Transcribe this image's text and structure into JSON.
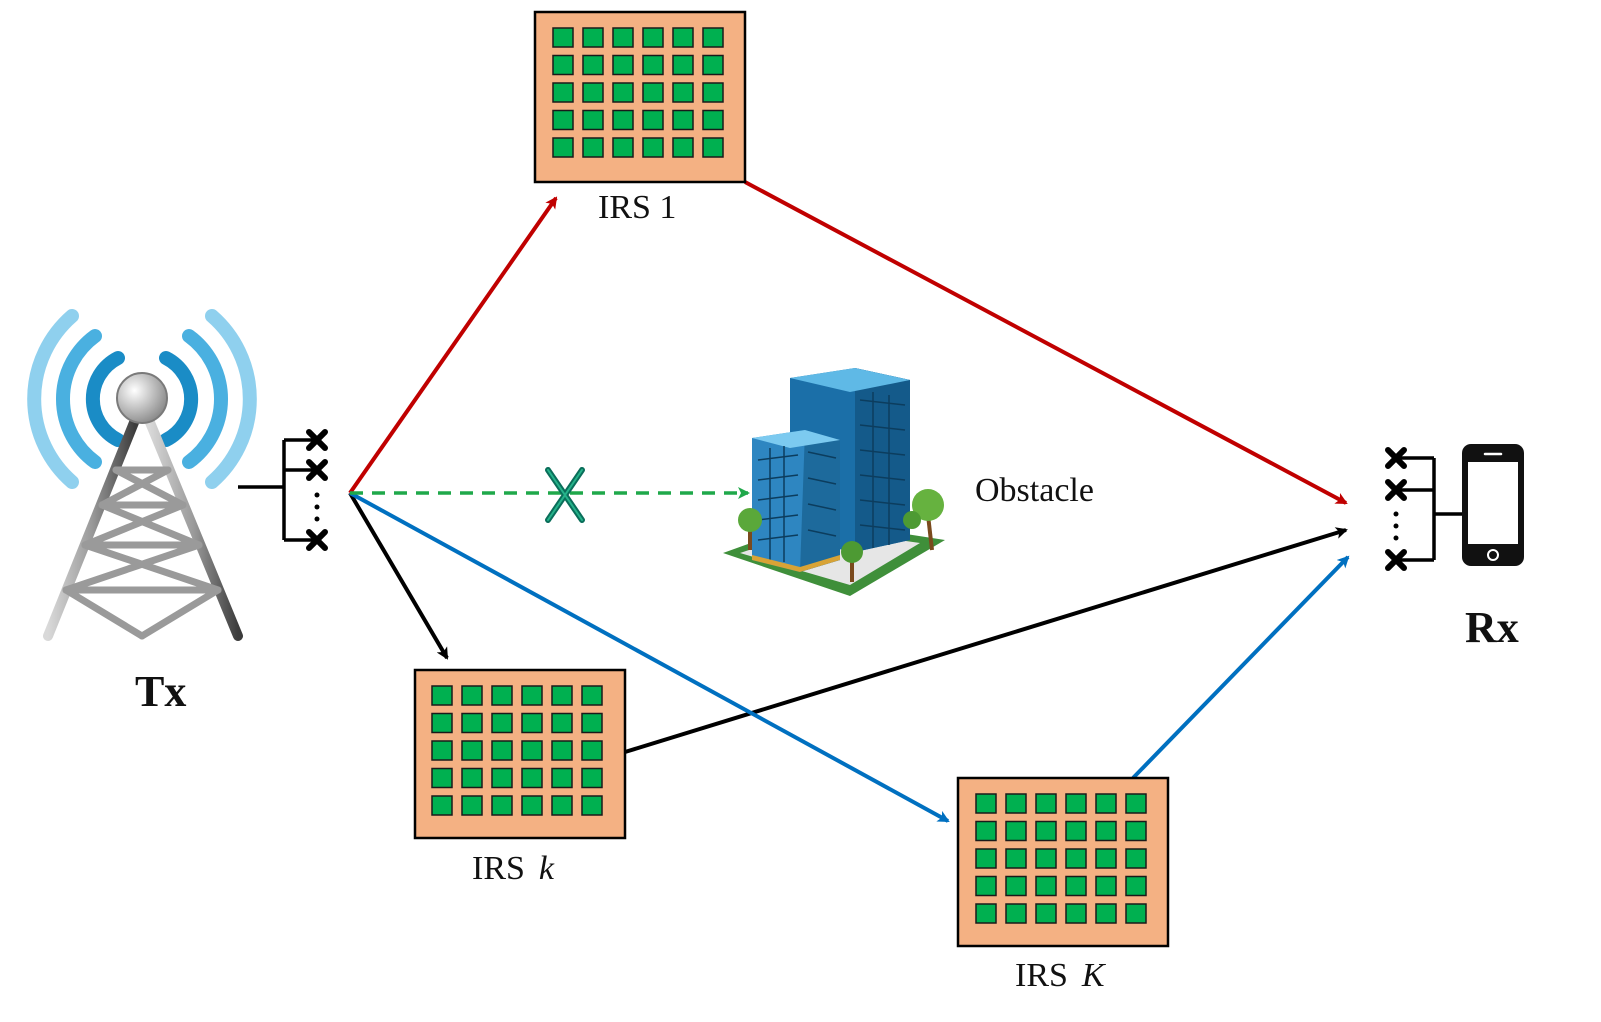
{
  "labels": {
    "irs_1": "IRS 1",
    "irs_k_prefix": "IRS",
    "irs_k_index": "k",
    "irs_K_prefix": "IRS",
    "irs_K_index": "K",
    "obstacle": "Obstacle",
    "tx": "Tx",
    "rx": "Rx"
  },
  "colors": {
    "path_irs1": "#c00000",
    "path_irsk": "#000000",
    "path_irsK": "#0070c0",
    "blocked_path": "#1fa84a",
    "irs_panel": "#f4b183",
    "irs_element": "#00b050",
    "building": "#2e86c1",
    "tower": "#8c8c8c",
    "signal_waves": "#3a9fd6"
  },
  "irs_grid": {
    "rows": 5,
    "cols": 6
  },
  "icons": {
    "tower": "cell-tower-icon",
    "phone": "smartphone-icon",
    "building": "building-icon",
    "block": "blocked-x-icon"
  }
}
